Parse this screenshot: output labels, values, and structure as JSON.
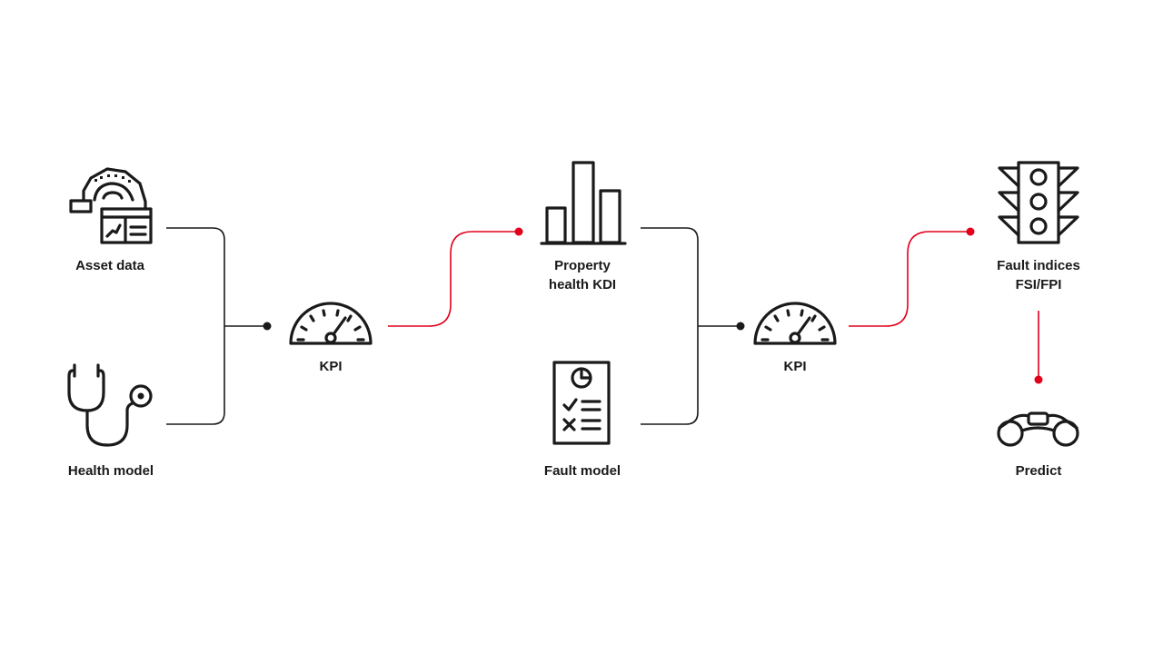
{
  "nodes": {
    "asset_data": {
      "label": "Asset data",
      "icon": "asset-data-icon"
    },
    "health_model": {
      "label": "Health model",
      "icon": "stethoscope-icon"
    },
    "kpi_1": {
      "label": "KPI",
      "icon": "gauge-icon"
    },
    "property_health": {
      "label_line1": "Property",
      "label_line2": "health KDI",
      "icon": "bar-chart-icon"
    },
    "fault_model": {
      "label": "Fault model",
      "icon": "checklist-document-icon"
    },
    "kpi_2": {
      "label": "KPI",
      "icon": "gauge-icon"
    },
    "fault_indices": {
      "label_line1": "Fault indices",
      "label_line2": "FSI/FPI",
      "icon": "traffic-light-icon"
    },
    "predict": {
      "label": "Predict",
      "icon": "binoculars-icon"
    }
  },
  "colors": {
    "ink": "#1a1a1a",
    "accent": "#e2001a",
    "background": "#ffffff"
  }
}
